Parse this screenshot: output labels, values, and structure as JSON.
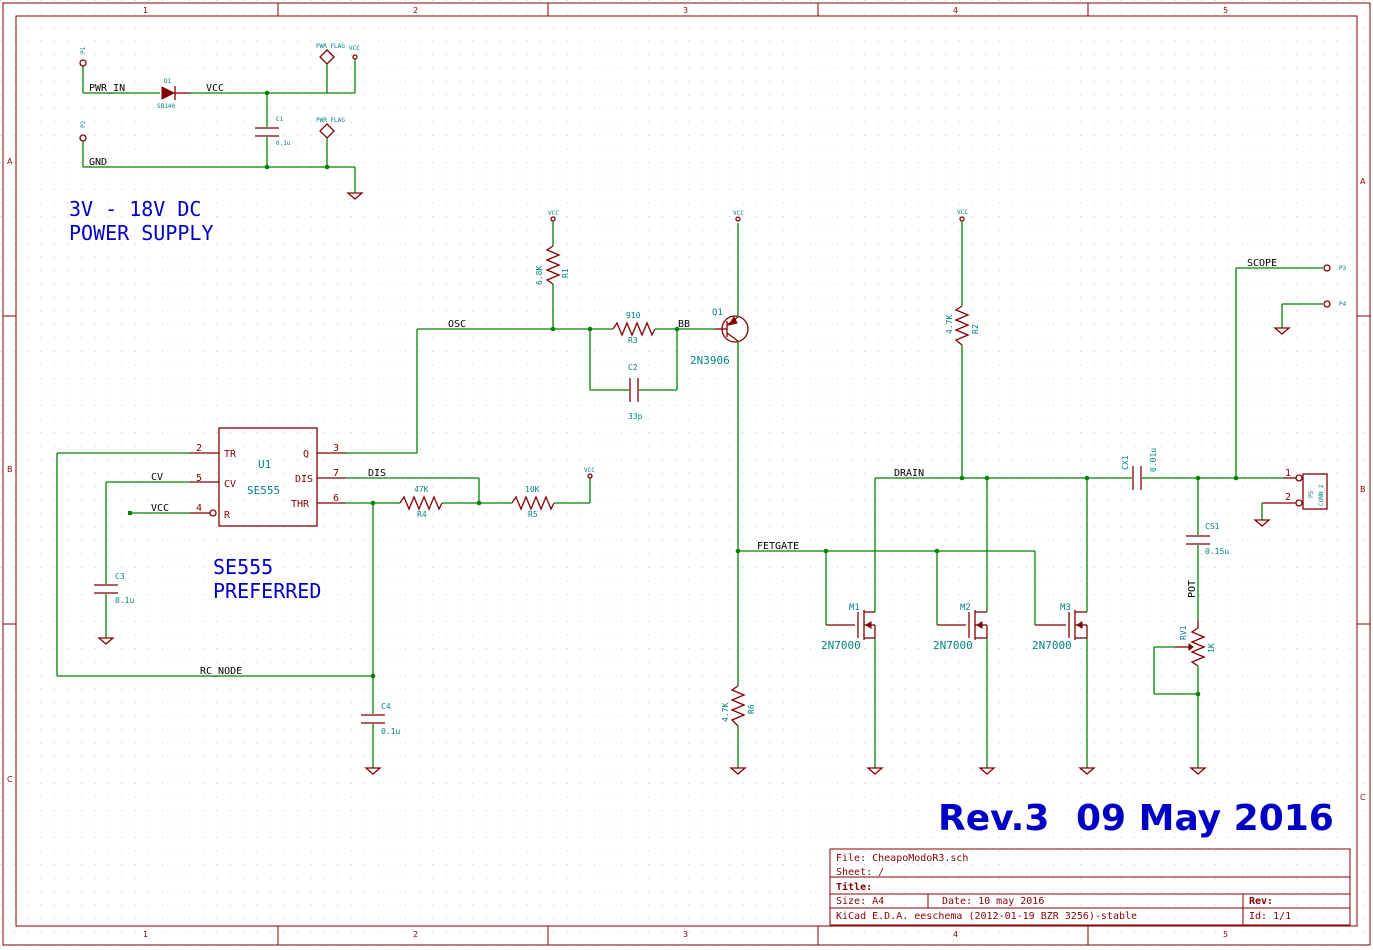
{
  "frame": {
    "cols": [
      "1",
      "2",
      "3",
      "4",
      "5"
    ],
    "rows": [
      "A",
      "B",
      "C"
    ]
  },
  "power": {
    "p1_ref": "P1",
    "p2_ref": "P2",
    "pwr_in": "PWR_IN",
    "gnd": "GND",
    "vcc": "VCC",
    "d1_ref": "D1",
    "d1_val": "SB140",
    "c1_ref": "C1",
    "c1_val": "0.1u",
    "pwr_flag": "PWR_FLAG",
    "note_line1": "3V - 18V DC",
    "note_line2": "POWER SUPPLY"
  },
  "timer": {
    "ref": "U1",
    "val": "SE555",
    "pins": {
      "tr": "TR",
      "cv": "CV",
      "r": "R",
      "q": "Q",
      "dis": "DIS",
      "thr": "THR"
    },
    "pin_numbers": {
      "tr": "2",
      "cv": "5",
      "r": "4",
      "q": "3",
      "dis": "7",
      "thr": "6"
    },
    "note_line1": "SE555",
    "note_line2": "PREFERRED"
  },
  "nets": {
    "cv": "CV",
    "vcc": "VCC",
    "dis": "DIS",
    "osc": "OSC",
    "bb": "BB",
    "rc_node": "RC_NODE",
    "fetgate": "FETGATE",
    "drain": "DRAIN",
    "scope": "SCOPE",
    "pot": "POT"
  },
  "parts": {
    "r4_ref": "R4",
    "r4_val": "47K",
    "r5_ref": "R5",
    "r5_val": "10K",
    "c3_ref": "C3",
    "c3_val": "0.1u",
    "c4_ref": "C4",
    "c4_val": "0.1u",
    "r1_ref": "R1",
    "r1_val": "6.8K",
    "r3_ref": "R3",
    "r3_val": "910",
    "c2_ref": "C2",
    "c2_val": "33p",
    "q1_ref": "Q1",
    "q1_val": "2N3906",
    "r6_ref": "R6",
    "r6_val": "4.7K",
    "r2_ref": "R2",
    "r2_val": "4.7K",
    "m1_ref": "M1",
    "m2_ref": "M2",
    "m3_ref": "M3",
    "mos_val": "2N7000",
    "cx1_ref": "CX1",
    "cx1_val": "0.01u",
    "cs1_ref": "CS1",
    "cs1_val": "0.15u",
    "rv1_ref": "RV1",
    "rv1_val": "1K",
    "p3_ref": "P3",
    "p4_ref": "P4",
    "p5_ref": "P5",
    "p5_val": "CONN_2",
    "vcc_small": "VCC"
  },
  "revision": {
    "rev": "Rev.3",
    "date": "09 May 2016"
  },
  "title_block": {
    "file": "File: CheapoModoR3.sch",
    "sheet": "Sheet: /",
    "title": "Title:",
    "size": "Size: A4",
    "date": "Date: 10 may 2016",
    "rev": "Rev:",
    "kicad": "KiCad E.D.A.  eeschema (2012-01-19 BZR 3256)-stable",
    "id": "Id: 1/1"
  }
}
